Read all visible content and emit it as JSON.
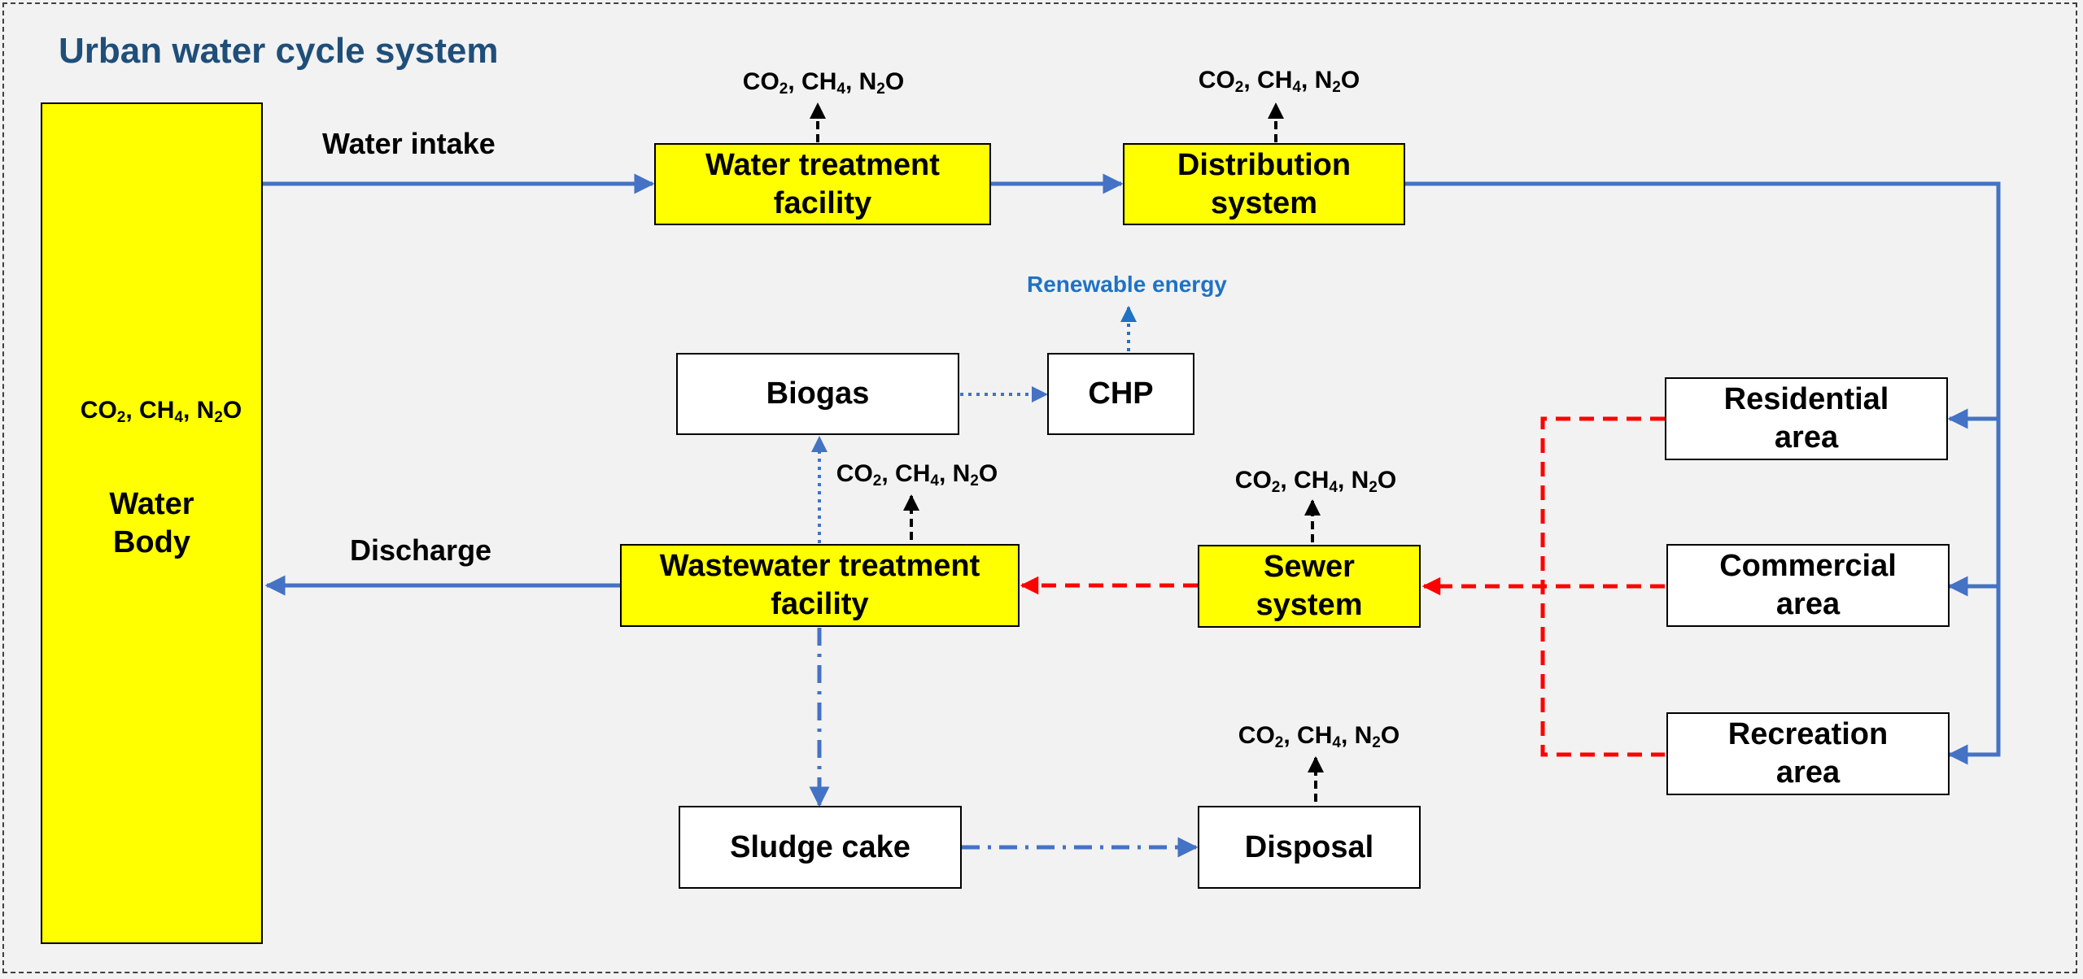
{
  "title": "Urban water cycle system",
  "nodes": {
    "water_body": "Water\nBody",
    "water_treatment": "Water treatment\nfacility",
    "distribution": "Distribution\nsystem",
    "biogas": "Biogas",
    "chp": "CHP",
    "wastewater_treatment": "Wastewater treatment\nfacility",
    "sewer": "Sewer\nsystem",
    "sludge_cake": "Sludge cake",
    "disposal": "Disposal",
    "residential": "Residential\narea",
    "commercial": "Commercial\narea",
    "recreation": "Recreation\narea"
  },
  "edge_labels": {
    "water_intake": "Water intake",
    "discharge": "Discharge",
    "renewable_energy": "Renewable energy"
  },
  "emissions": {
    "co2": "CO",
    "co2_sub": "2",
    "ch4": "CH",
    "ch4_sub": "4",
    "n2o_n": "N",
    "n2o_sub": "2",
    "n2o_o": "O",
    "separator": ", "
  },
  "colors": {
    "water_flow": "#4472c4",
    "wastewater_flow": "#ff0000",
    "emission_arrow": "#000000",
    "renewable_text": "#1f72c4",
    "title_text": "#1f4e79",
    "facility_fill": "#ffff00"
  }
}
